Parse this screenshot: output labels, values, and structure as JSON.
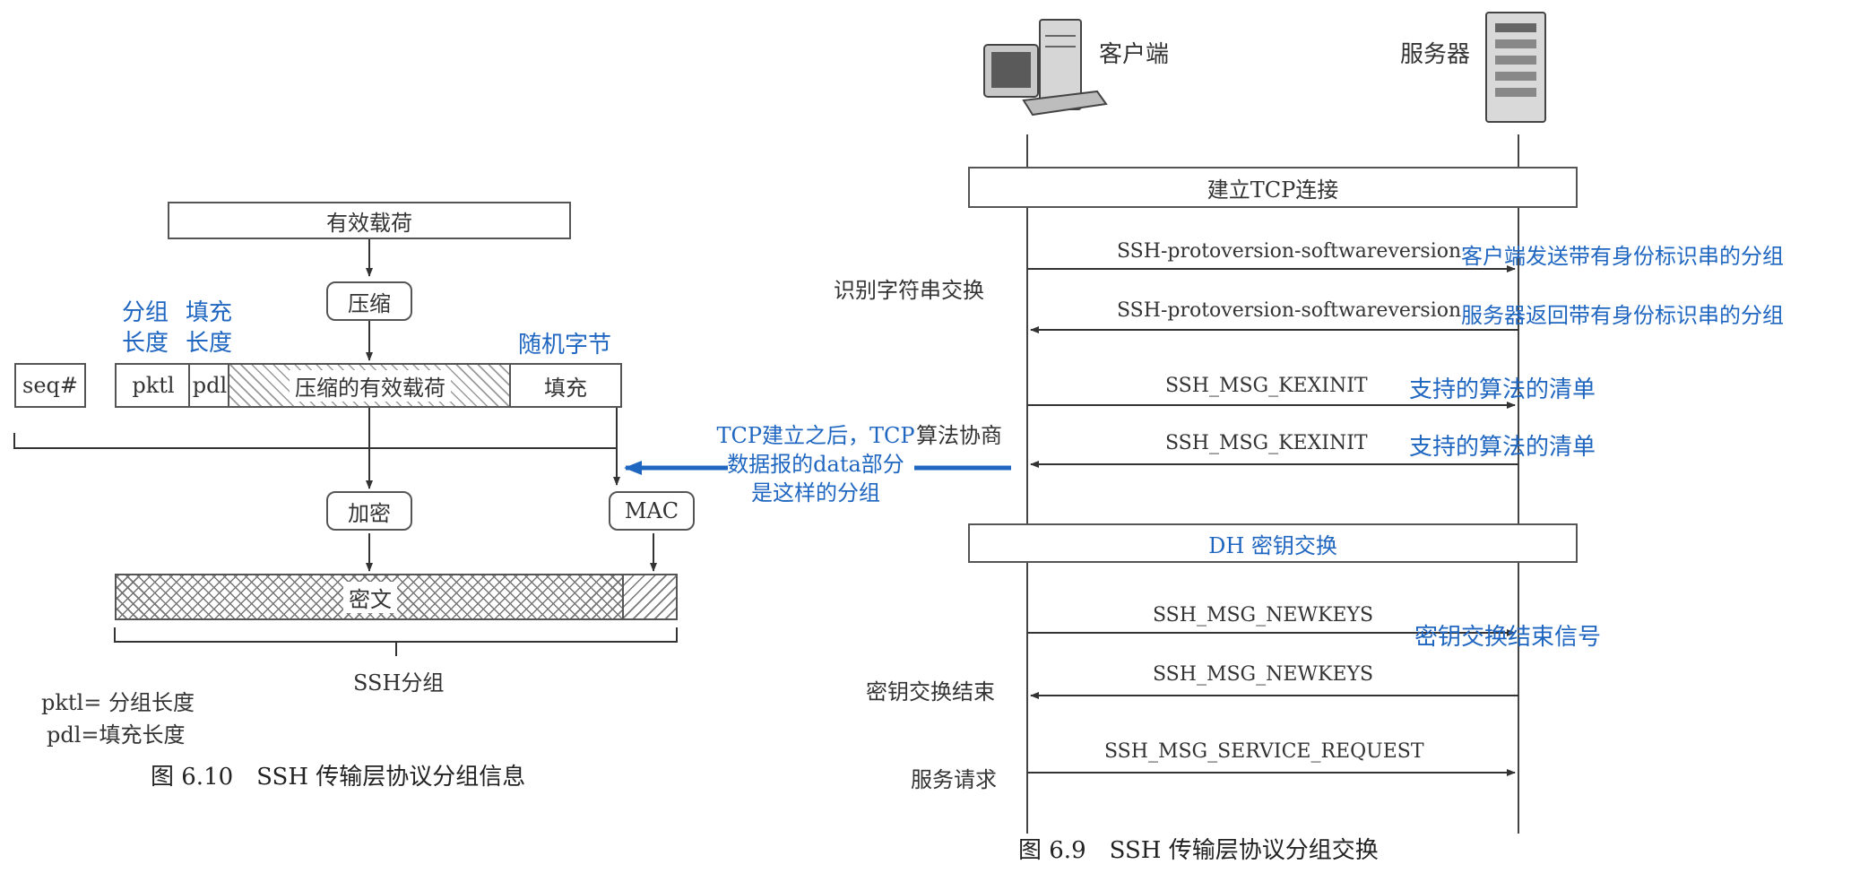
{
  "left": {
    "payload": "有效载荷",
    "compress": "压缩",
    "pkt_len_label": [
      "分组",
      "长度"
    ],
    "pad_len_label": [
      "填充",
      "长度"
    ],
    "random_bytes_label": "随机字节",
    "seq": "seq#",
    "pktl": "pktl",
    "pdl": "pdl",
    "compressed_payload": "压缩的有效载荷",
    "padding": "填充",
    "encrypt": "加密",
    "mac": "MAC",
    "ciphertext": "密文",
    "ssh_packet": "SSH分组",
    "legend1": "pktl= 分组长度",
    "legend2": "pdl=填充长度",
    "caption": "图 6.10　SSH 传输层协议分组信息"
  },
  "note": {
    "line1": "TCP建立之后，TCP",
    "line2": "数据报的data部分",
    "line3": "是这样的分组",
    "arrow_color": "#1f66c1"
  },
  "right": {
    "client": "客户端",
    "server": "服务器",
    "tcp_setup": "建立TCP连接",
    "id_exchange": "识别字符串交换",
    "msg1": "SSH-protoversion-softwareversion",
    "note1": "客户端发送带有身份标识串的分组",
    "msg2": "SSH-protoversion-softwareversion",
    "note2": "服务器返回带有身份标识串的分组",
    "msg3": "SSH_MSG_KEXINIT",
    "note3": "支持的算法的清单",
    "alg_neg": "算法协商",
    "msg4": "SSH_MSG_KEXINIT",
    "note4": "支持的算法的清单",
    "dh": "DH 密钥交换",
    "msg5": "SSH_MSG_NEWKEYS",
    "note5": "密钥交换结束信号",
    "key_end": "密钥交换结束",
    "msg6": "SSH_MSG_NEWKEYS",
    "service_req": "服务请求",
    "msg7": "SSH_MSG_SERVICE_REQUEST",
    "caption": "图 6.9　SSH 传输层协议分组交换"
  }
}
